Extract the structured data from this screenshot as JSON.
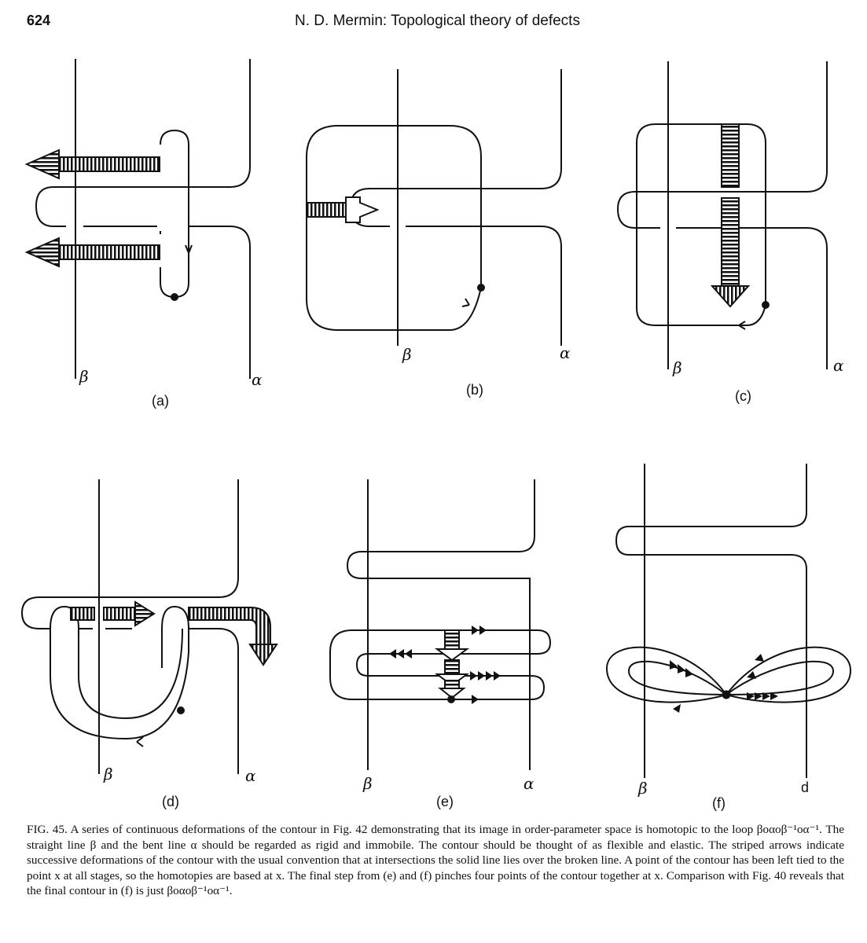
{
  "header": {
    "page_number": "624",
    "running_head": "N. D. Mermin: Topological theory of defects"
  },
  "figure": {
    "line_labels": {
      "beta": "β",
      "alpha": "α",
      "alpha_f": "d"
    },
    "panels": [
      {
        "id": "a",
        "label": "(a)"
      },
      {
        "id": "b",
        "label": "(b)"
      },
      {
        "id": "c",
        "label": "(c)"
      },
      {
        "id": "d",
        "label": "(d)"
      },
      {
        "id": "e",
        "label": "(e)"
      },
      {
        "id": "f",
        "label": "(f)"
      }
    ]
  },
  "caption": {
    "text": "FIG. 45. A series of continuous deformations of the contour in Fig. 42 demonstrating that its image in order-parameter space is homotopic to the loop βοαοβ⁻¹οα⁻¹. The straight line β and the bent line α should be regarded as rigid and immobile. The contour should be thought of as flexible and elastic. The striped arrows indicate successive deformations of the contour with the usual convention that at intersections the solid line lies over the broken line. A point of the contour has been left tied to the point x at all stages, so the homotopies are based at x. The final step from (e) and (f) pinches four points of the contour together at x. Comparison with Fig. 40 reveals that the final contour in (f) is just βοαοβ⁻¹οα⁻¹."
  },
  "colors": {
    "ink": "#111111",
    "paper": "#ffffff"
  }
}
